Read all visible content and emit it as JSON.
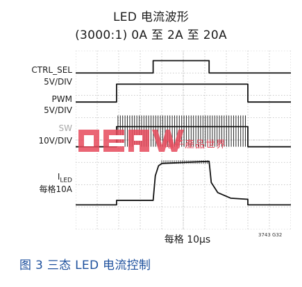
{
  "chart_data": {
    "type": "line",
    "title": "LED 电流波形",
    "subtitle": "(3000:1) 0A 至 2A 至 20A",
    "xlabel": "每格 10μs",
    "xdivisions": 10,
    "ydivisions": 8,
    "grid": true,
    "series": [
      {
        "name": "CTRL_SEL",
        "scale": "5V/DIV",
        "baseline_div": 7.0,
        "levels_div": [
          [
            0,
            0
          ],
          [
            3.6,
            0
          ],
          [
            3.6,
            0.55
          ],
          [
            6.2,
            0.55
          ],
          [
            6.2,
            0
          ],
          [
            10,
            0
          ]
        ]
      },
      {
        "name": "PWM",
        "scale": "5V/DIV",
        "baseline_div": 5.7,
        "levels_div": [
          [
            0,
            0
          ],
          [
            1.9,
            0
          ],
          [
            1.9,
            0.8
          ],
          [
            8.0,
            0.8
          ],
          [
            8.0,
            0
          ],
          [
            10,
            0
          ]
        ]
      },
      {
        "name": "SW",
        "scale": "10V/DIV",
        "baseline_div": 3.7,
        "levels_div": [
          [
            0,
            0
          ],
          [
            1.9,
            0
          ],
          [
            1.9,
            0.9
          ],
          [
            8.0,
            0.9
          ],
          [
            8.0,
            0
          ],
          [
            10,
            0
          ]
        ]
      },
      {
        "name": "ILED",
        "scale": "每格10A",
        "baseline_div": 1.1,
        "levels_div": [
          [
            0,
            0
          ],
          [
            1.9,
            0
          ],
          [
            1.9,
            0.2
          ],
          [
            3.6,
            0.2
          ],
          [
            3.7,
            1.3
          ],
          [
            3.85,
            1.75
          ],
          [
            4.0,
            1.85
          ],
          [
            6.2,
            1.95
          ],
          [
            6.3,
            1.0
          ],
          [
            6.6,
            0.55
          ],
          [
            7.2,
            0.3
          ],
          [
            8.0,
            0.25
          ],
          [
            8.0,
            0
          ],
          [
            10,
            0
          ]
        ]
      }
    ]
  },
  "labels": {
    "ctrl_sel": "CTRL_SEL",
    "ctrl_sel_scale": "5V/DIV",
    "pwm": "PWM",
    "pwm_scale": "5V/DIV",
    "sw": "SW",
    "sw_scale": "10V/DIV",
    "iled_main": "I",
    "iled_sub": "LED",
    "iled_scale": "每格10A"
  },
  "figure_code": "3743 G32",
  "caption": "图 3 三态 LED 电流控制",
  "watermark": "電子產品世界",
  "colors": {
    "trace": "#111111",
    "grid": "#b8b8b8",
    "caption": "#1c4f9c",
    "watermark": "#e64a5c"
  }
}
